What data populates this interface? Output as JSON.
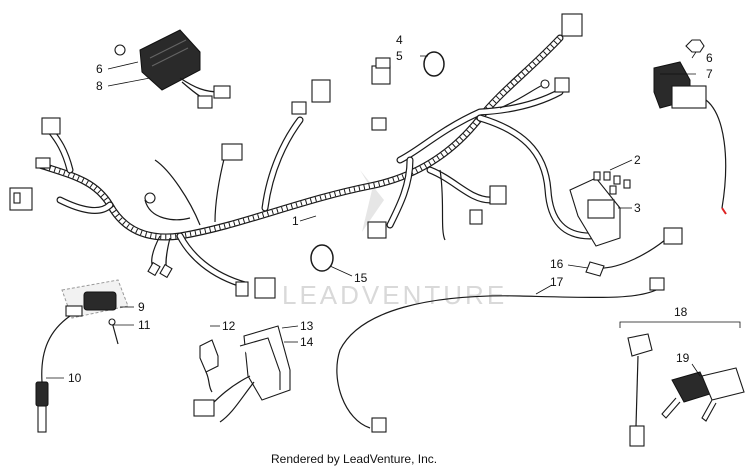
{
  "callouts": {
    "c1": "1",
    "c2": "2",
    "c3": "3",
    "c4": "4",
    "c5": "5",
    "c6a": "6",
    "c6b": "6",
    "c7": "7",
    "c8": "8",
    "c9": "9",
    "c10": "10",
    "c11": "11",
    "c12": "12",
    "c13": "13",
    "c14": "14",
    "c15": "15",
    "c16": "16",
    "c17": "17",
    "c18": "18",
    "c19": "19"
  },
  "watermark": "LEADVENTURE",
  "credit": "Rendered by LeadVenture, Inc."
}
